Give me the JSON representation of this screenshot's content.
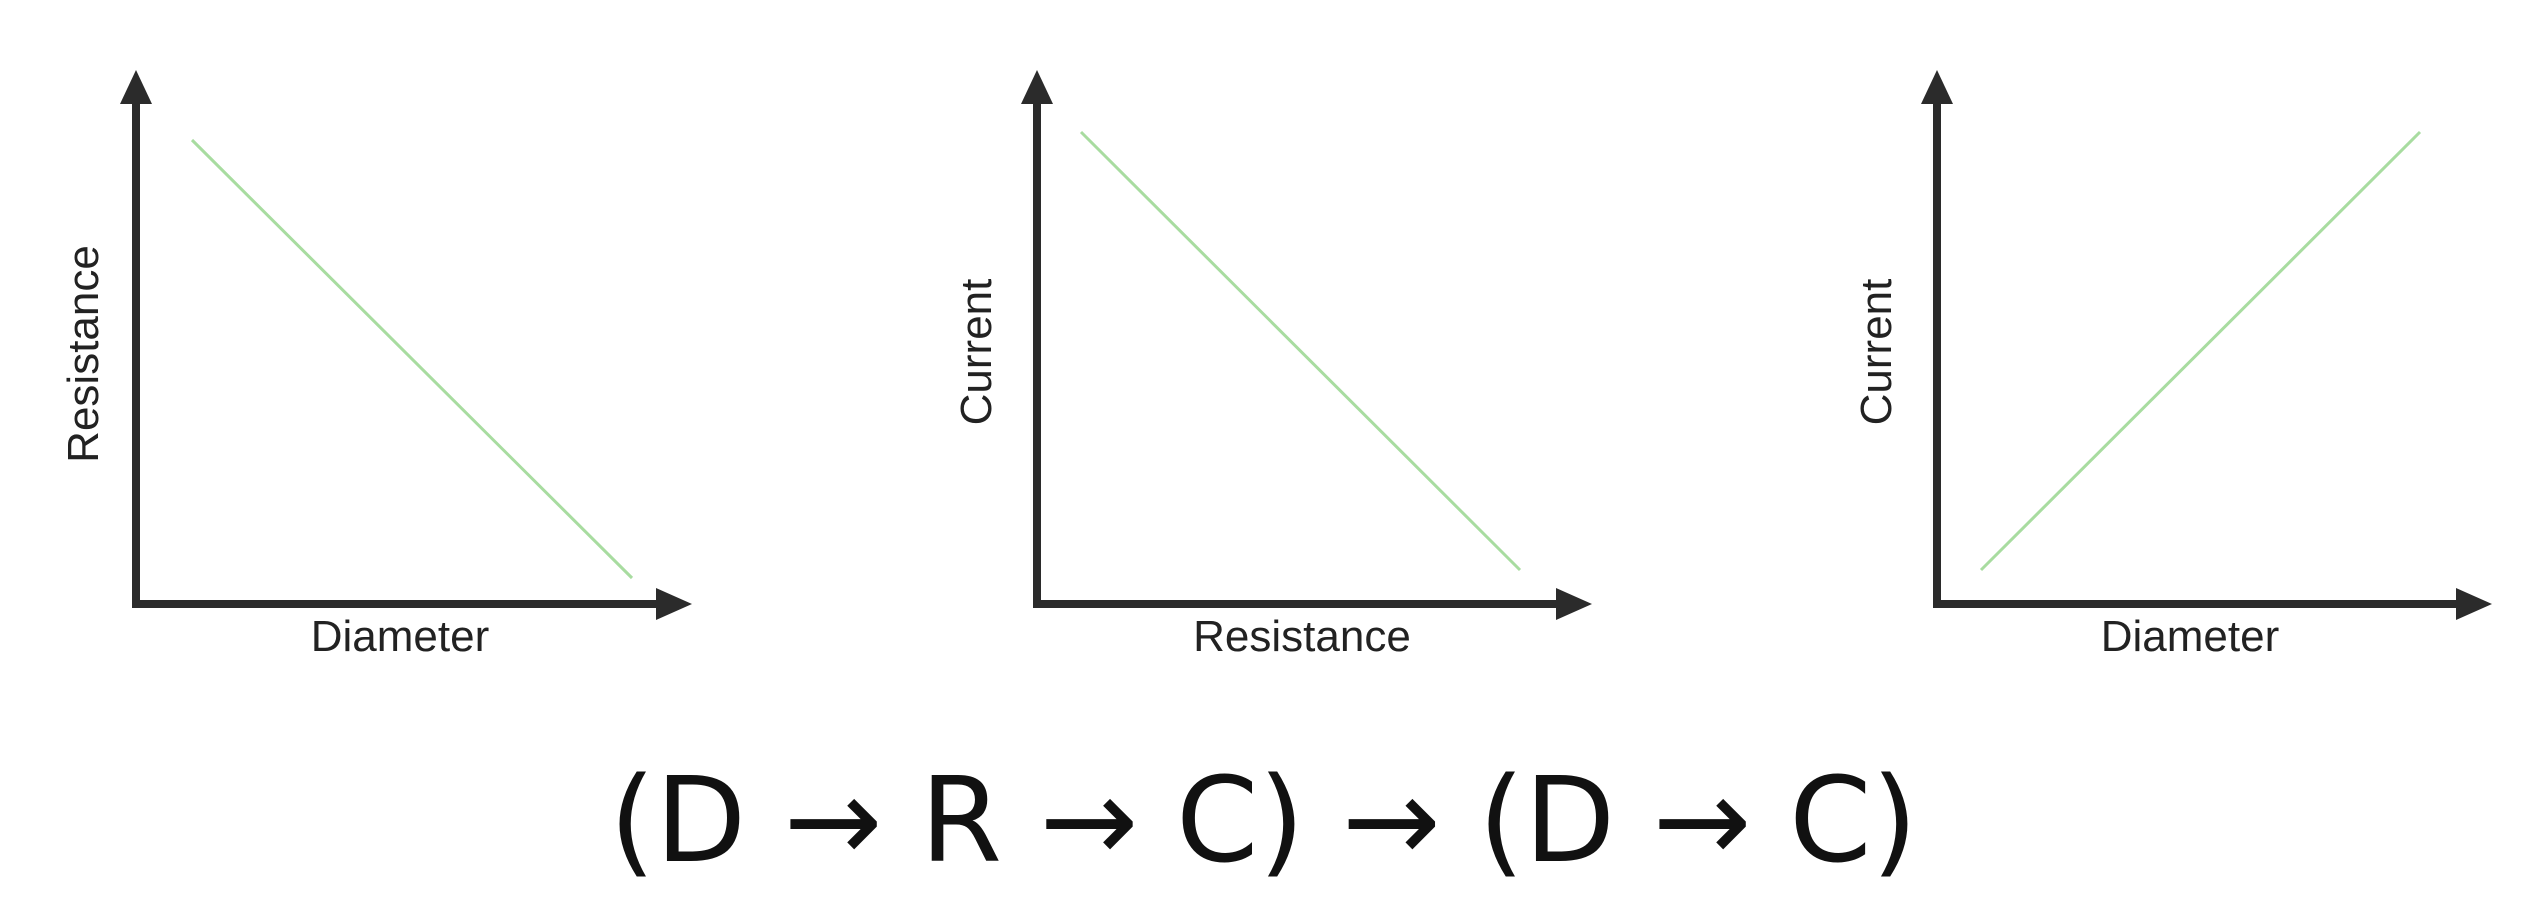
{
  "graphs": [
    {
      "x_label": "Diameter",
      "y_label": "Resistance",
      "trend": "decreasing"
    },
    {
      "x_label": "Resistance",
      "y_label": "Current",
      "trend": "decreasing"
    },
    {
      "x_label": "Diameter",
      "y_label": "Current",
      "trend": "increasing"
    }
  ],
  "colors": {
    "axis": "#2b2b2b",
    "trend_line": "#a8dca0",
    "text": "#222222"
  },
  "formula": "(D → R → C) → (D → C)"
}
